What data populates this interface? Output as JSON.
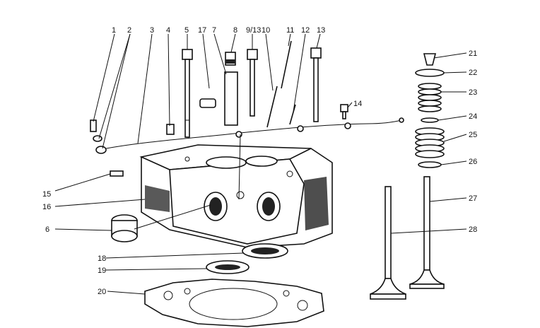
{
  "labels": {
    "l1": "1",
    "l2": "2",
    "l3": "3",
    "l4": "4",
    "l5": "5",
    "l17": "17",
    "l7": "7",
    "l8": "8",
    "l9_13": "9/13",
    "l10": "10",
    "l11": "11",
    "l12": "12",
    "l13": "13",
    "l14": "14",
    "l15": "15",
    "l16": "16",
    "l6": "6",
    "l18": "18",
    "l19": "19",
    "l20": "20",
    "l21": "21",
    "l22": "22",
    "l23": "23",
    "l24": "24",
    "l25": "25",
    "l26": "26",
    "l27": "27",
    "l28": "28"
  }
}
